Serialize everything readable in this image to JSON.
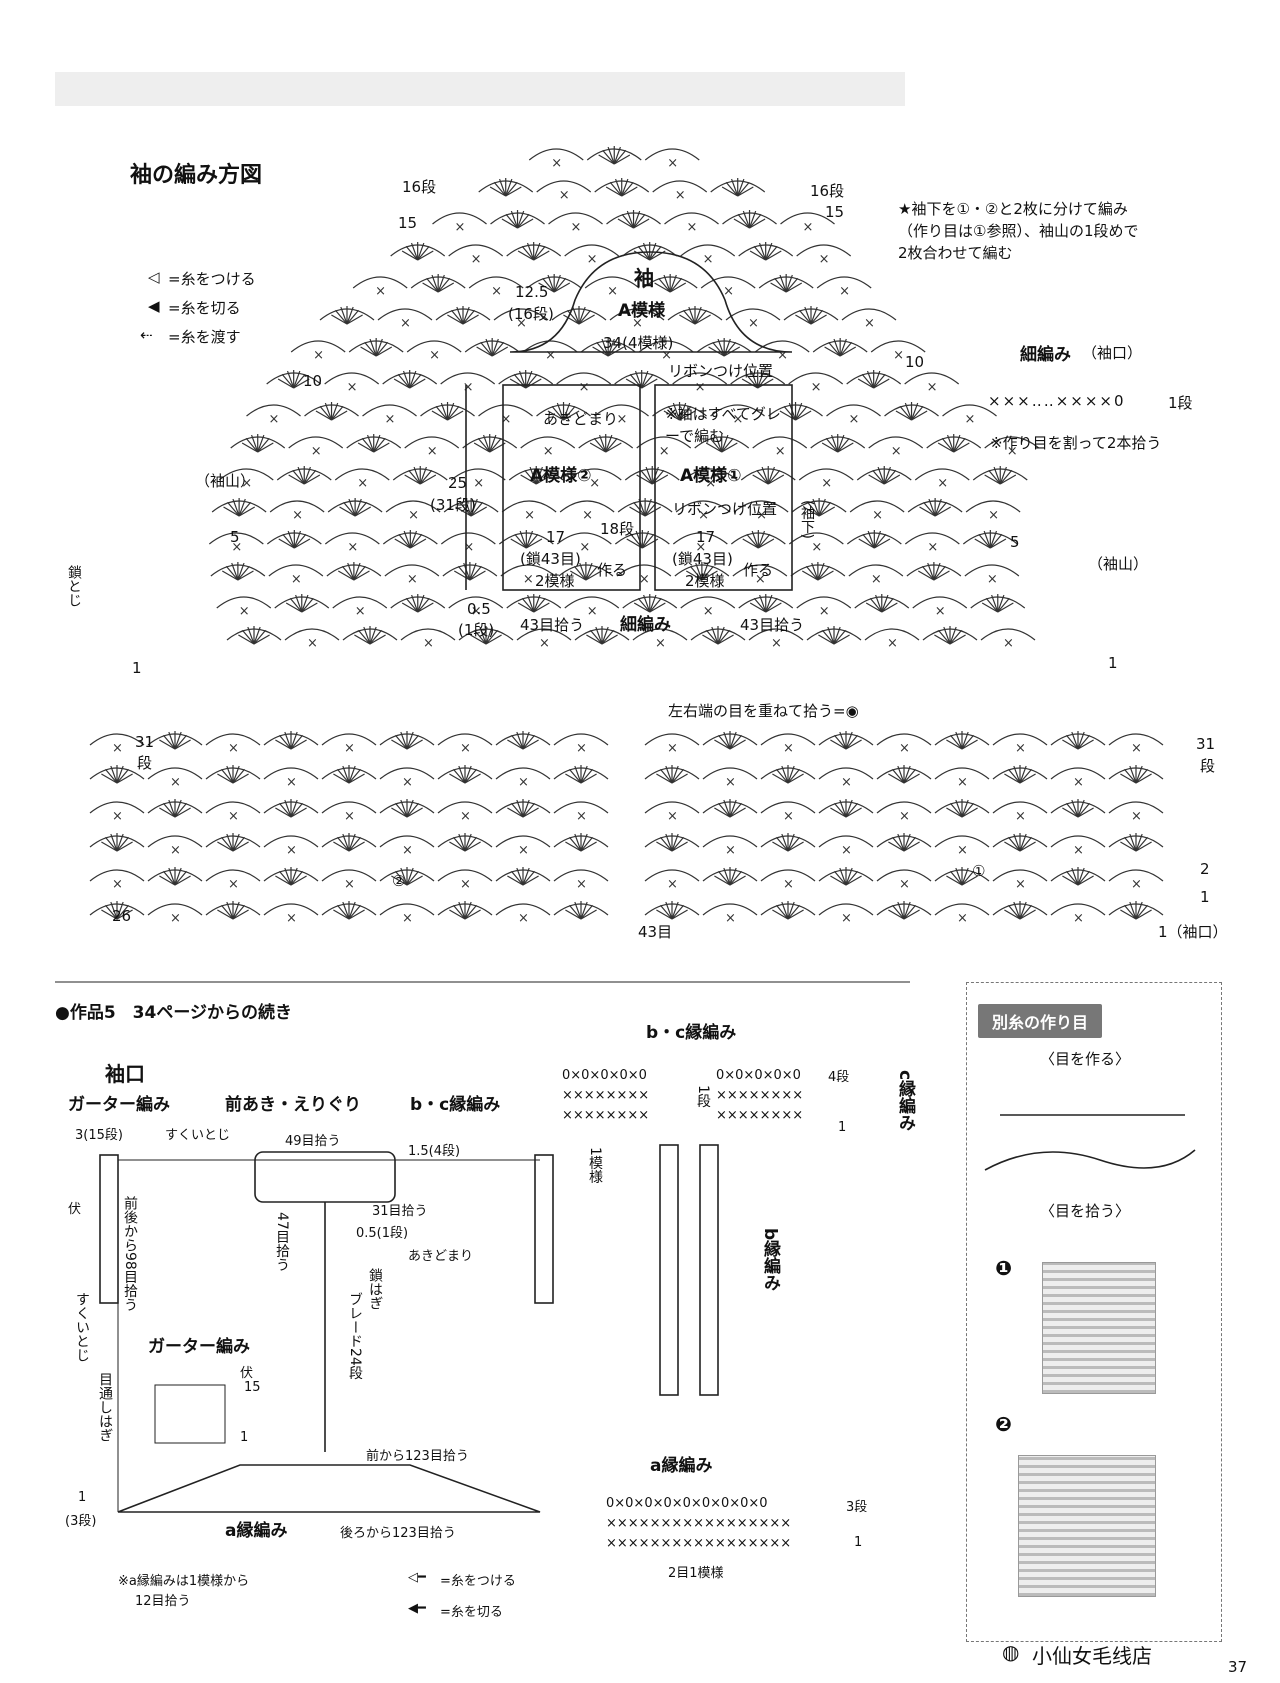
{
  "page_number": "37",
  "watermark": "小仙女毛线店",
  "sleeve_chart": {
    "title": "袖の編み方図",
    "legend": {
      "attach": "=糸をつける",
      "cut": "=糸を切る",
      "carry": "=糸を渡す"
    },
    "star_note": "★袖下を①・②と2枚に分けて編み（作り目は①参照）、袖山の1段めで2枚合わせて編む",
    "schematic": {
      "sleeve": "袖",
      "pattern_a": "A模様",
      "cap_height": "12.5",
      "cap_rows": "(16段)",
      "width": "34(4模様)",
      "ribbon_position": "リボンつけ位置",
      "opening": "あきどまり",
      "gray_note": "※袖はすべてグレーで編む",
      "pattern_a2": "A模様②",
      "pattern_a1": "A模様①",
      "ribbon_position2": "リボンつけ位置",
      "underarm": "(袖下)",
      "height": "25",
      "height_rows": "(31段)",
      "rows18": "18段",
      "w17a": "17",
      "chain43a": "(鎖43目)",
      "rep2a": "2模様",
      "make_a": "作る",
      "w17b": "17",
      "chain43b": "(鎖43目)",
      "rep2b": "2模様",
      "make_b": "作る",
      "edge": "0.5",
      "edge_rows": "(1段)",
      "pick43a": "43目拾う",
      "pick43b": "43目拾う",
      "hosoami": "細編み"
    },
    "row_labels": {
      "r16_left": "16段",
      "r16_right": "16段",
      "r15_left": "15",
      "r15_right": "15",
      "r10_left": "10",
      "r10_right": "10",
      "r5_left": "5",
      "r5_right": "5",
      "r1_left": "1",
      "r1_right": "1",
      "r31_left": "31",
      "r31_left_unit": "段",
      "r31_right": "31",
      "r31_right_unit": "段",
      "r26": "26",
      "r2": "2",
      "r1b": "1",
      "cuff": "1（袖口）",
      "count43": "43目"
    },
    "cap_label_left": "（袖山）",
    "cap_label_right": "（袖山）",
    "chain_join": "鎖とじ",
    "overlap_note": "左右端の目を重ねて拾う=◉",
    "circle1": "①",
    "circle2": "②",
    "hosoami_box": {
      "title": "細編み",
      "sub": "（袖口）",
      "row": "1段",
      "note": "※作り目を割って2本拾う"
    }
  },
  "work5": {
    "header": "●作品5　34ページからの続き",
    "cuff_title": "袖口",
    "garter_label": "ガーター編み",
    "front_label": "前あき・えりぐり",
    "bc_label": "b・c縁編み",
    "labels": {
      "rows3": "3(15段)",
      "sukui": "すくいとじ",
      "pick49": "49目拾う",
      "w15": "1.5(4段)",
      "fuku": "伏",
      "fb98": "前後から98目拾う",
      "pick31": "31目拾う",
      "pick47": "47目拾う",
      "edge05": "0.5(1段)",
      "akidomari": "あきどまり",
      "sukui2": "すくいとじ",
      "chain_blade": "鎖はぎ",
      "blade24": "ブレード24段",
      "me_tooshi": "目通しはぎ",
      "garter_title": "ガーター編み",
      "g_fuku": "伏",
      "g15": "15",
      "g1": "1",
      "front123": "前から123目拾う",
      "one": "1",
      "rows3b": "(3段)",
      "a_edge": "a縁編み",
      "back123": "後ろから123目拾う",
      "note_a": "※a縁編みは1模様から",
      "note_a2": "12目拾う",
      "legend_attach": "=糸をつける",
      "legend_cut": "=糸を切る"
    }
  },
  "bc_edge": {
    "title": "b・c縁編み",
    "row4": "4段",
    "row1": "1",
    "one_row": "1段",
    "one_pattern": "1模様",
    "c_edge": "c縁編み",
    "b_edge": "b縁編み"
  },
  "a_edge": {
    "title": "a縁編み",
    "row3": "3段",
    "row1": "1",
    "rep": "2目1模様"
  },
  "provisional": {
    "badge": "別糸の作り目",
    "make": "〈目を作る〉",
    "pick": "〈目を拾う〉",
    "step1": "❶",
    "step2": "❷"
  }
}
